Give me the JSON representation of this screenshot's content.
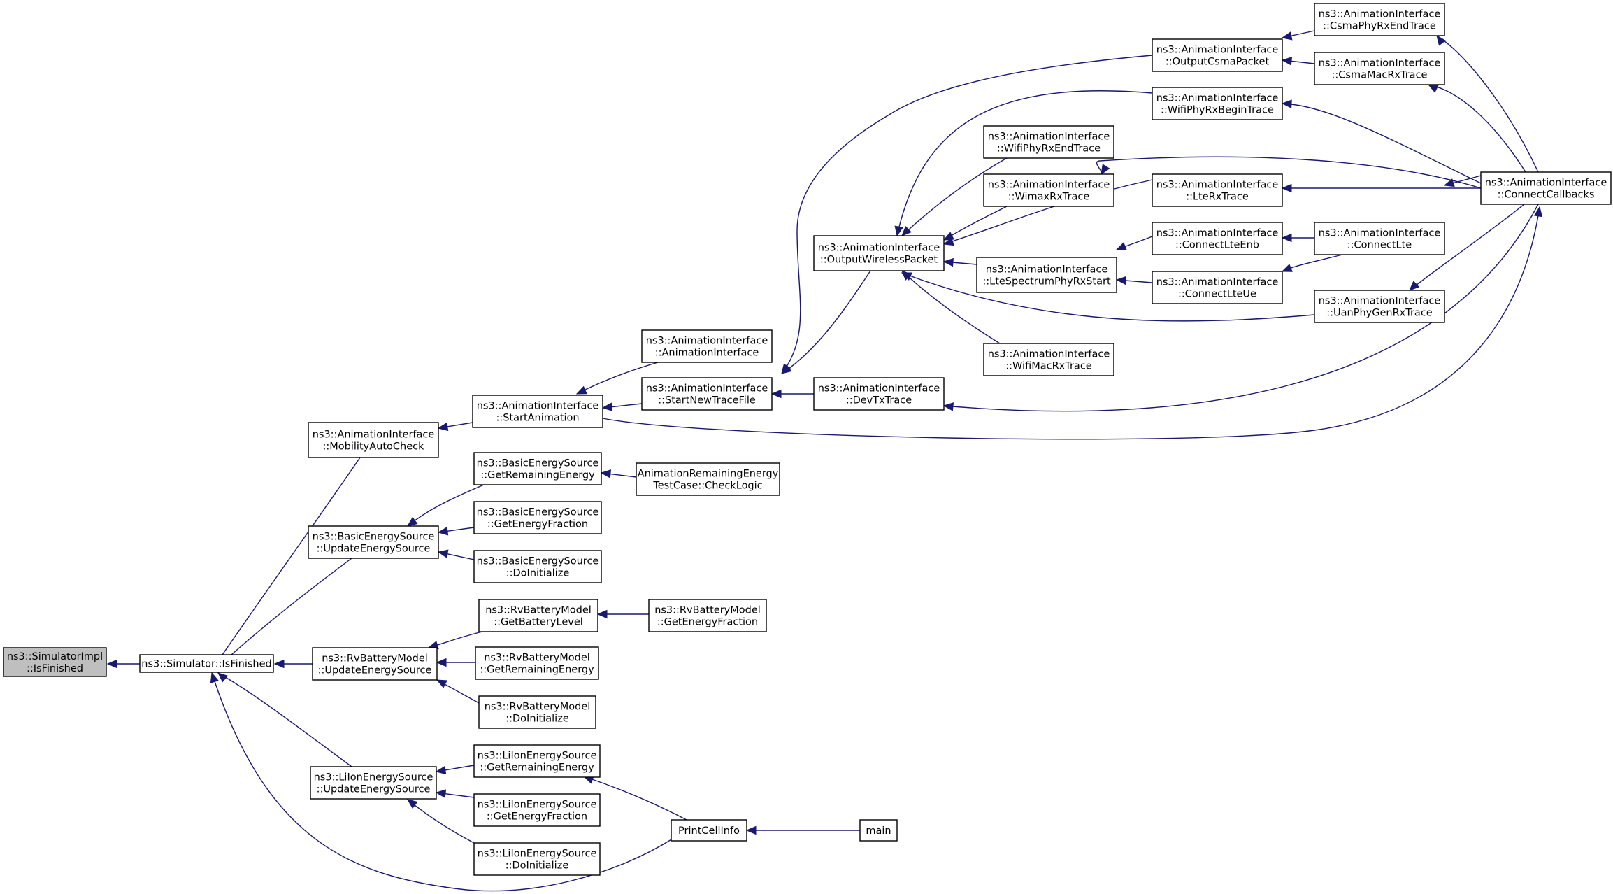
{
  "colors": {
    "edge": "#191970",
    "root_fill": "#bfbfbf",
    "node_fill": "#ffffff",
    "border": "#000000"
  },
  "nodes": [
    {
      "id": "root",
      "lines": [
        "ns3::SimulatorImpl",
        "::IsFinished"
      ],
      "highlighted": true
    },
    {
      "id": "simIsFinished",
      "lines": [
        "ns3::Simulator::IsFinished"
      ]
    },
    {
      "id": "mobilityAutoCheck",
      "lines": [
        "ns3::AnimationInterface",
        "::MobilityAutoCheck"
      ]
    },
    {
      "id": "basicUpdate",
      "lines": [
        "ns3::BasicEnergySource",
        "::UpdateEnergySource"
      ]
    },
    {
      "id": "rvUpdate",
      "lines": [
        "ns3::RvBatteryModel",
        "::UpdateEnergySource"
      ]
    },
    {
      "id": "liionUpdate",
      "lines": [
        "ns3::LiIonEnergySource",
        "::UpdateEnergySource"
      ]
    },
    {
      "id": "startAnimation",
      "lines": [
        "ns3::AnimationInterface",
        "::StartAnimation"
      ]
    },
    {
      "id": "basicGetRemaining",
      "lines": [
        "ns3::BasicEnergySource",
        "::GetRemainingEnergy"
      ]
    },
    {
      "id": "basicGetFraction",
      "lines": [
        "ns3::BasicEnergySource",
        "::GetEnergyFraction"
      ]
    },
    {
      "id": "basicDoInit",
      "lines": [
        "ns3::BasicEnergySource",
        "::DoInitialize"
      ]
    },
    {
      "id": "rvGetBatteryLevel",
      "lines": [
        "ns3::RvBatteryModel",
        "::GetBatteryLevel"
      ]
    },
    {
      "id": "rvGetRemaining",
      "lines": [
        "ns3::RvBatteryModel",
        "::GetRemainingEnergy"
      ]
    },
    {
      "id": "rvDoInit",
      "lines": [
        "ns3::RvBatteryModel",
        "::DoInitialize"
      ]
    },
    {
      "id": "liionGetRemaining",
      "lines": [
        "ns3::LiIonEnergySource",
        "::GetRemainingEnergy"
      ]
    },
    {
      "id": "liionGetFraction",
      "lines": [
        "ns3::LiIonEnergySource",
        "::GetEnergyFraction"
      ]
    },
    {
      "id": "liionDoInit",
      "lines": [
        "ns3::LiIonEnergySource",
        "::DoInitialize"
      ]
    },
    {
      "id": "animCtor",
      "lines": [
        "ns3::AnimationInterface",
        "::AnimationInterface"
      ]
    },
    {
      "id": "startNewTraceFile",
      "lines": [
        "ns3::AnimationInterface",
        "::StartNewTraceFile"
      ]
    },
    {
      "id": "checkLogic",
      "lines": [
        "AnimationRemainingEnergy",
        "TestCase::CheckLogic"
      ]
    },
    {
      "id": "rvGetEnergyFraction",
      "lines": [
        "ns3::RvBatteryModel",
        "::GetEnergyFraction"
      ]
    },
    {
      "id": "printCellInfo",
      "lines": [
        "PrintCellInfo"
      ]
    },
    {
      "id": "main",
      "lines": [
        "main"
      ]
    },
    {
      "id": "outputWireless",
      "lines": [
        "ns3::AnimationInterface",
        "::OutputWirelessPacket"
      ]
    },
    {
      "id": "devTxTrace",
      "lines": [
        "ns3::AnimationInterface",
        "::DevTxTrace"
      ]
    },
    {
      "id": "wifiPhyRxEnd",
      "lines": [
        "ns3::AnimationInterface",
        "::WifiPhyRxEndTrace"
      ]
    },
    {
      "id": "wimaxRx",
      "lines": [
        "ns3::AnimationInterface",
        "::WimaxRxTrace"
      ]
    },
    {
      "id": "lteSpectrum",
      "lines": [
        "ns3::AnimationInterface",
        "::LteSpectrumPhyRxStart"
      ]
    },
    {
      "id": "wifiMacRx",
      "lines": [
        "ns3::AnimationInterface",
        "::WifiMacRxTrace"
      ]
    },
    {
      "id": "outputCsma",
      "lines": [
        "ns3::AnimationInterface",
        "::OutputCsmaPacket"
      ]
    },
    {
      "id": "wifiPhyRxBegin",
      "lines": [
        "ns3::AnimationInterface",
        "::WifiPhyRxBeginTrace"
      ]
    },
    {
      "id": "lteRx",
      "lines": [
        "ns3::AnimationInterface",
        "::LteRxTrace"
      ]
    },
    {
      "id": "connectLteEnb",
      "lines": [
        "ns3::AnimationInterface",
        "::ConnectLteEnb"
      ]
    },
    {
      "id": "connectLteUe",
      "lines": [
        "ns3::AnimationInterface",
        "::ConnectLteUe"
      ]
    },
    {
      "id": "csmaPhyRxEnd",
      "lines": [
        "ns3::AnimationInterface",
        "::CsmaPhyRxEndTrace"
      ]
    },
    {
      "id": "csmaMacRx",
      "lines": [
        "ns3::AnimationInterface",
        "::CsmaMacRxTrace"
      ]
    },
    {
      "id": "connectLte",
      "lines": [
        "ns3::AnimationInterface",
        "::ConnectLte"
      ]
    },
    {
      "id": "uanPhyGenRx",
      "lines": [
        "ns3::AnimationInterface",
        "::UanPhyGenRxTrace"
      ]
    },
    {
      "id": "connectCallbacks",
      "lines": [
        "ns3::AnimationInterface",
        "::ConnectCallbacks"
      ]
    }
  ]
}
